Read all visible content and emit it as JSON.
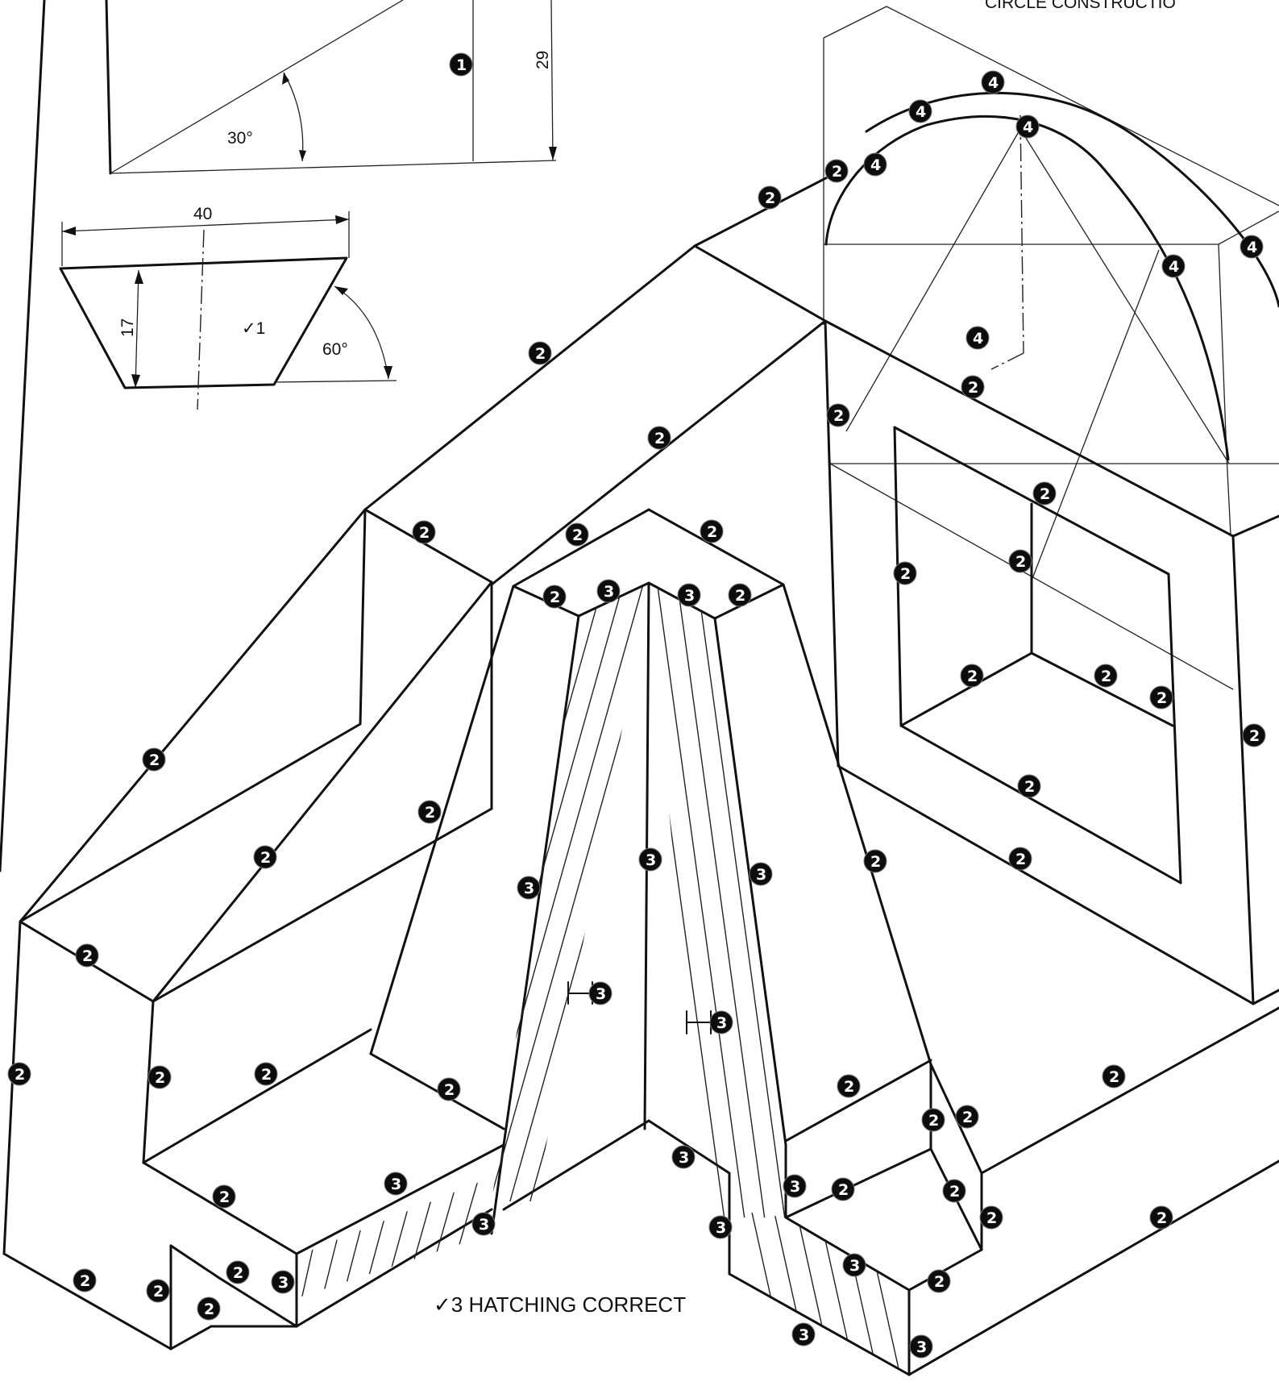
{
  "header": {
    "partial_text": "CIRCLE CONSTRUCTIO"
  },
  "dimensions": {
    "height_29": "29",
    "angle_30": "30°",
    "width_40": "40",
    "height_17": "17",
    "angle_60": "60°",
    "tick_1": "✓1"
  },
  "note": {
    "hatching": "✓3  HATCHING CORRECT"
  },
  "marker_numbers": {
    "one": "1",
    "two": "2",
    "three": "3",
    "four": "4"
  }
}
